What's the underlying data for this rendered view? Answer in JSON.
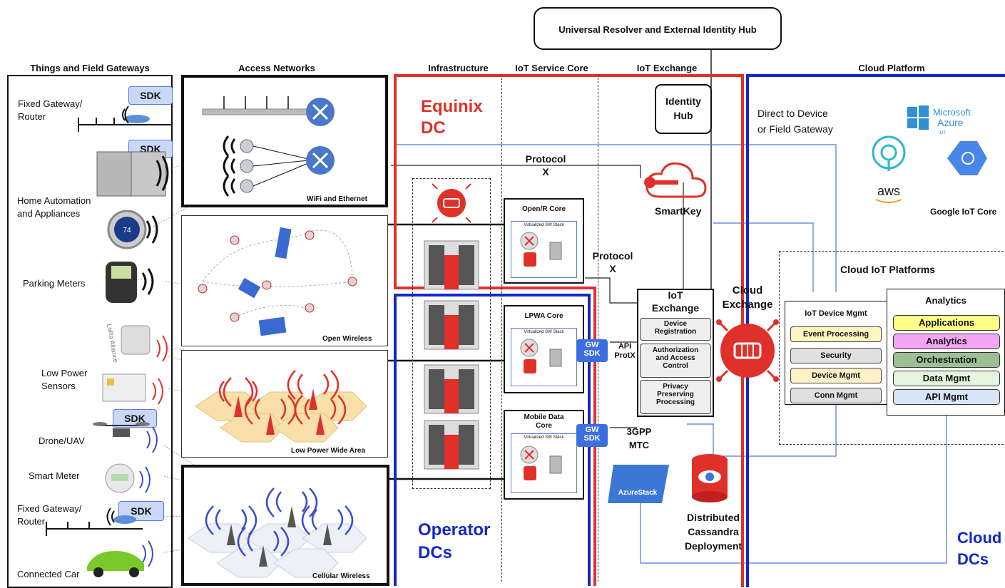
{
  "top_box": "Universal Resolver and External Identity Hub",
  "headers": {
    "things": "Things and Field Gateways",
    "access": "Access Networks",
    "infra": "Infrastructure",
    "service": "IoT Service Core",
    "exchange": "IoT Exchange",
    "cloud": "Cloud Platform"
  },
  "things": {
    "fixed_gw_1": "Fixed Gateway/\nRouter",
    "home": "Home Automation\nand Appliances",
    "parking": "Parking Meters",
    "low_power": "Low Power\nSensors",
    "drone": "Drone/UAV",
    "smart_meter": "Smart Meter",
    "fixed_gw_2": "Fixed Gateway/\nRouter",
    "car": "Connected Car",
    "sdk": "SDK",
    "thermostat": "74",
    "lora": "LoRa Alliance"
  },
  "access": {
    "wifi": "WiFi and Ethernet",
    "open_wireless": "Open Wireless",
    "lpwa": "Low Power Wide Area",
    "cellular": "Cellular Wireless"
  },
  "equinix": {
    "l1": "Equinix",
    "l2": "DC"
  },
  "operator": {
    "l1": "Operator",
    "l2": "DCs"
  },
  "cloud_dcs": {
    "l1": "Cloud",
    "l2": "DCs"
  },
  "cores": {
    "open_r": "Open/R Core",
    "lpwa": "LPWA Core",
    "mobile": "Mobile Data\nCore",
    "stack": "Virtualized SW Stack"
  },
  "protocol_x_1": "Protocol\nX",
  "protocol_x_2": "Protocol\nX",
  "gw_sdk": "GW\nSDK",
  "api_protx": "API\nProtX",
  "gpp": "3GPP\nMTC",
  "identity_hub": "Identity\nHub",
  "smartkey": "SmartKey",
  "iot_exchange": {
    "title": "IoT\nExchange",
    "items": [
      "Device\nRegistration",
      "Authorization\nand Access\nControl",
      "Privacy\nPreserving\nProcessing"
    ]
  },
  "cloud_exchange": "Cloud\nExchange",
  "cassandra": "Distributed\nCassandra\nDeployment",
  "azurestack": "AzureStack",
  "direct": "Direct to Device\nor Field Gateway",
  "logos": {
    "ms1": "Microsoft",
    "ms2": "Azure",
    "ms3": "IOT",
    "aws": "aws",
    "google": "Google IoT Core"
  },
  "cloud_iot_platforms": "Cloud IoT Platforms",
  "device_mgmt": {
    "title": "IoT Device Mgmt",
    "items": [
      "Event Processing",
      "Security",
      "Device Mgmt",
      "Conn Mgmt"
    ],
    "colors": [
      "#fff7c0",
      "#e0e0e0",
      "#fff0c8",
      "#e0e0e0"
    ]
  },
  "analytics": {
    "title": "Analytics",
    "items": [
      "Applications",
      "Analytics",
      "Orchestration",
      "Data Mgmt",
      "API Mgmt"
    ],
    "colors": [
      "#ffff88",
      "#f4a6f4",
      "#9dbf95",
      "#e6f5e0",
      "#d8e4f8"
    ]
  },
  "colors": {
    "red": "#e0302a",
    "blue": "#1428c8",
    "link": "#4a78d8"
  }
}
